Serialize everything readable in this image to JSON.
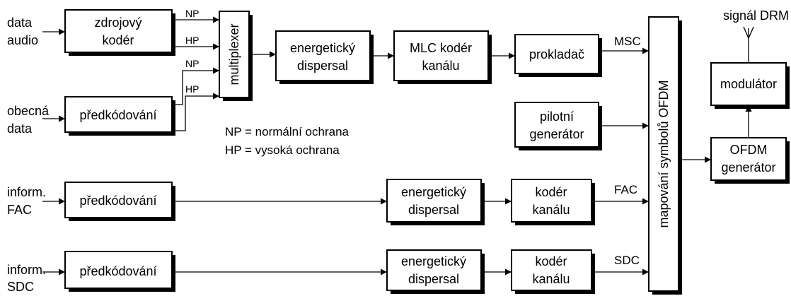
{
  "inputs": {
    "data_audio": [
      "data",
      "audio"
    ],
    "general_data": [
      "obecná",
      "data"
    ],
    "fac_info": [
      "inform.",
      "FAC"
    ],
    "sdc_info": [
      "inform.",
      "SDC"
    ]
  },
  "blocks": {
    "source_coder": [
      "zdrojový",
      "kodér"
    ],
    "precoding": "předkódování",
    "multiplexer": "multiplexer",
    "energy_dispersal": [
      "energetický",
      "dispersal"
    ],
    "mlc_coder": [
      "MLC kodér",
      "kanálu"
    ],
    "interleaver": "prokladač",
    "pilot_generator": [
      "pilotní",
      "generátor"
    ],
    "channel_coder": [
      "kodér",
      "kanálu"
    ],
    "ofdm_mapper": "mapování symbolů OFDM",
    "ofdm_generator": [
      "OFDM",
      "generátor"
    ],
    "modulator": "modulátor"
  },
  "signals": {
    "np": "NP",
    "hp": "HP",
    "msc": "MSC",
    "fac": "FAC",
    "sdc": "SDC",
    "output": "signál DRM"
  },
  "legend": {
    "np": "NP = normální ochrana",
    "hp": "HP = vysoká ochrana"
  }
}
